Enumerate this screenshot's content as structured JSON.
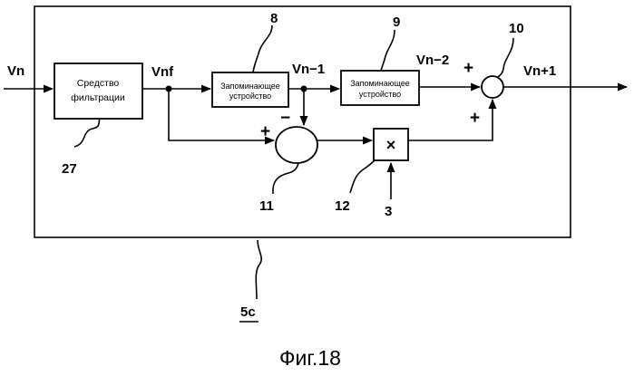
{
  "signals": {
    "vn": "Vn",
    "vnf": "Vnf",
    "vn_1": "Vn−1",
    "vn_2": "Vn−2",
    "vn_plus_1": "Vn+1"
  },
  "blocks": {
    "filter": {
      "line1": "Средство",
      "line2": "фильтрации",
      "ref": "27"
    },
    "memory1": {
      "line1": "Запоминающее",
      "line2": "устройство",
      "ref": "8"
    },
    "memory2": {
      "line1": "Запоминающее",
      "line2": "устройство",
      "ref": "9"
    },
    "multiplier": {
      "symbol": "×",
      "ref": "12"
    }
  },
  "nodes": {
    "adder_out": {
      "ref": "10",
      "sign_top": "+",
      "sign_bottom": "+"
    },
    "subtractor": {
      "ref": "11",
      "sign_plus": "+",
      "sign_minus": "−"
    }
  },
  "inputs": {
    "gain_ref": "3"
  },
  "unit_ref": "5c",
  "figure_caption": "Фиг.18"
}
